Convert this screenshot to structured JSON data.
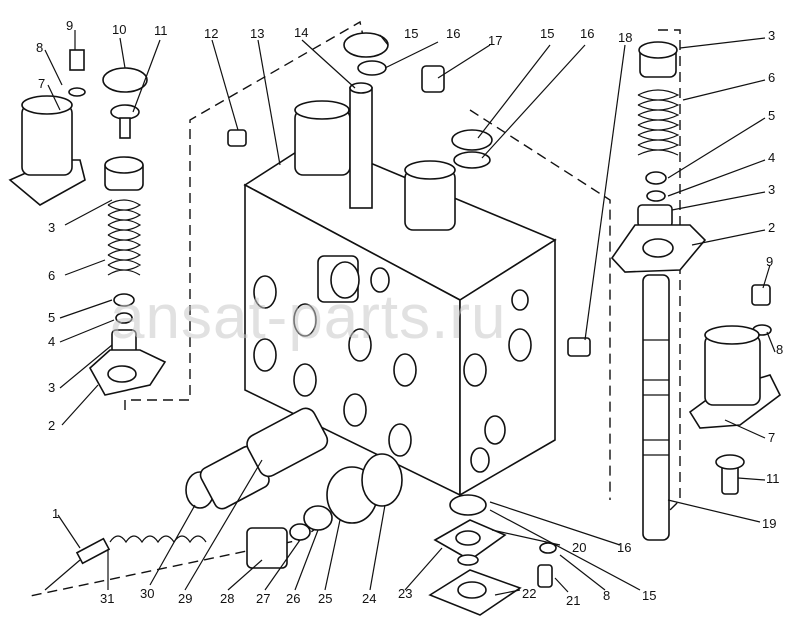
{
  "watermark": "ansat-parts.ru",
  "labels": [
    "1",
    "2",
    "3",
    "4",
    "5",
    "6",
    "7",
    "8",
    "9",
    "10",
    "11",
    "12",
    "13",
    "14",
    "15",
    "16",
    "17",
    "18",
    "19",
    "20",
    "21",
    "22",
    "23",
    "24",
    "25",
    "26",
    "27",
    "28",
    "29",
    "30",
    "31"
  ]
}
